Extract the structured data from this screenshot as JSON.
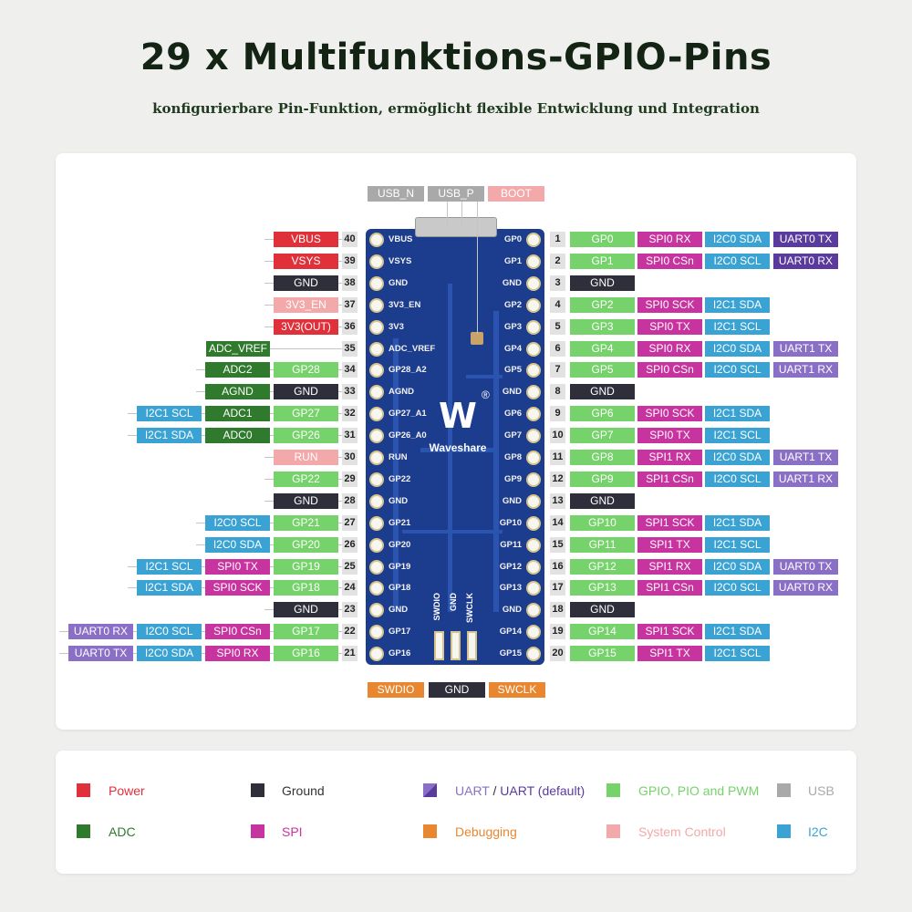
{
  "title": "29 x Multifunktions-GPIO-Pins",
  "subtitle": "konfigurierbare Pin-Funktion, ermöglicht flexible Entwicklung und Integration",
  "colors": {
    "power": "#e0303a",
    "ground": "#2e2f3b",
    "uart": "#6a4bb0",
    "uart_default": "#5b3a9e",
    "uart_light": "#8a6fc6",
    "gpio": "#76d26a",
    "usb": "#a9a9a9",
    "adc": "#2f7a2c",
    "spi": "#c8349f",
    "debug": "#e88730",
    "sysctl": "#f3a9a9",
    "i2c": "#3aa3d4"
  },
  "top_labels": [
    {
      "text": "USB_N",
      "color": "usb"
    },
    {
      "text": "USB_P",
      "color": "usb"
    },
    {
      "text": "BOOT",
      "color": "sysctl"
    }
  ],
  "bottom_labels": [
    {
      "text": "SWDIO",
      "color": "debug"
    },
    {
      "text": "GND",
      "color": "ground"
    },
    {
      "text": "SWCLK",
      "color": "debug"
    }
  ],
  "swd_board_labels": [
    "SWDIO",
    "GND",
    "SWCLK"
  ],
  "board_brand": "Waveshare",
  "board_logo": "W",
  "left_pins": [
    {
      "num": "40",
      "board": "VBUS",
      "labels": [
        {
          "text": "VBUS",
          "color": "power"
        }
      ]
    },
    {
      "num": "39",
      "board": "VSYS",
      "labels": [
        {
          "text": "VSYS",
          "color": "power"
        }
      ]
    },
    {
      "num": "38",
      "board": "GND",
      "labels": [
        {
          "text": "GND",
          "color": "ground"
        }
      ]
    },
    {
      "num": "37",
      "board": "3V3_EN",
      "labels": [
        {
          "text": "3V3_EN",
          "color": "sysctl"
        }
      ]
    },
    {
      "num": "36",
      "board": "3V3",
      "labels": [
        {
          "text": "3V3(OUT)",
          "color": "power"
        }
      ]
    },
    {
      "num": "35",
      "board": "ADC_VREF",
      "labels": [
        {
          "text": "ADC_VREF",
          "color": "adc"
        }
      ]
    },
    {
      "num": "34",
      "board": "GP28_A2",
      "labels": [
        {
          "text": "GP28",
          "color": "gpio"
        },
        {
          "text": "ADC2",
          "color": "adc"
        }
      ]
    },
    {
      "num": "33",
      "board": "AGND",
      "labels": [
        {
          "text": "GND",
          "color": "ground"
        },
        {
          "text": "AGND",
          "color": "adc"
        }
      ]
    },
    {
      "num": "32",
      "board": "GP27_A1",
      "labels": [
        {
          "text": "GP27",
          "color": "gpio"
        },
        {
          "text": "ADC1",
          "color": "adc"
        },
        {
          "text": "I2C1 SCL",
          "color": "i2c"
        }
      ]
    },
    {
      "num": "31",
      "board": "GP26_A0",
      "labels": [
        {
          "text": "GP26",
          "color": "gpio"
        },
        {
          "text": "ADC0",
          "color": "adc"
        },
        {
          "text": "I2C1 SDA",
          "color": "i2c"
        }
      ]
    },
    {
      "num": "30",
      "board": "RUN",
      "labels": [
        {
          "text": "RUN",
          "color": "sysctl"
        }
      ]
    },
    {
      "num": "29",
      "board": "GP22",
      "labels": [
        {
          "text": "GP22",
          "color": "gpio"
        }
      ]
    },
    {
      "num": "28",
      "board": "GND",
      "labels": [
        {
          "text": "GND",
          "color": "ground"
        }
      ]
    },
    {
      "num": "27",
      "board": "GP21",
      "labels": [
        {
          "text": "GP21",
          "color": "gpio"
        },
        {
          "text": "I2C0 SCL",
          "color": "i2c"
        }
      ]
    },
    {
      "num": "26",
      "board": "GP20",
      "labels": [
        {
          "text": "GP20",
          "color": "gpio"
        },
        {
          "text": "I2C0 SDA",
          "color": "i2c"
        }
      ]
    },
    {
      "num": "25",
      "board": "GP19",
      "labels": [
        {
          "text": "GP19",
          "color": "gpio"
        },
        {
          "text": "SPI0 TX",
          "color": "spi"
        },
        {
          "text": "I2C1 SCL",
          "color": "i2c"
        }
      ]
    },
    {
      "num": "24",
      "board": "GP18",
      "labels": [
        {
          "text": "GP18",
          "color": "gpio"
        },
        {
          "text": "SPI0 SCK",
          "color": "spi"
        },
        {
          "text": "I2C1 SDA",
          "color": "i2c"
        }
      ]
    },
    {
      "num": "23",
      "board": "GND",
      "labels": [
        {
          "text": "GND",
          "color": "ground"
        }
      ]
    },
    {
      "num": "22",
      "board": "GP17",
      "labels": [
        {
          "text": "GP17",
          "color": "gpio"
        },
        {
          "text": "SPI0 CSn",
          "color": "spi"
        },
        {
          "text": "I2C0 SCL",
          "color": "i2c"
        },
        {
          "text": "UART0 RX",
          "color": "uart_light"
        }
      ]
    },
    {
      "num": "21",
      "board": "GP16",
      "labels": [
        {
          "text": "GP16",
          "color": "gpio"
        },
        {
          "text": "SPI0 RX",
          "color": "spi"
        },
        {
          "text": "I2C0 SDA",
          "color": "i2c"
        },
        {
          "text": "UART0 TX",
          "color": "uart_light"
        }
      ]
    }
  ],
  "right_pins": [
    {
      "num": "1",
      "board": "GP0",
      "labels": [
        {
          "text": "GP0",
          "color": "gpio"
        },
        {
          "text": "SPI0 RX",
          "color": "spi"
        },
        {
          "text": "I2C0 SDA",
          "color": "i2c"
        },
        {
          "text": "UART0 TX",
          "color": "uart_default"
        }
      ]
    },
    {
      "num": "2",
      "board": "GP1",
      "labels": [
        {
          "text": "GP1",
          "color": "gpio"
        },
        {
          "text": "SPI0 CSn",
          "color": "spi"
        },
        {
          "text": "I2C0 SCL",
          "color": "i2c"
        },
        {
          "text": "UART0 RX",
          "color": "uart_default"
        }
      ]
    },
    {
      "num": "3",
      "board": "GND",
      "labels": [
        {
          "text": "GND",
          "color": "ground"
        }
      ]
    },
    {
      "num": "4",
      "board": "GP2",
      "labels": [
        {
          "text": "GP2",
          "color": "gpio"
        },
        {
          "text": "SPI0 SCK",
          "color": "spi"
        },
        {
          "text": "I2C1 SDA",
          "color": "i2c"
        }
      ]
    },
    {
      "num": "5",
      "board": "GP3",
      "labels": [
        {
          "text": "GP3",
          "color": "gpio"
        },
        {
          "text": "SPI0 TX",
          "color": "spi"
        },
        {
          "text": "I2C1 SCL",
          "color": "i2c"
        }
      ]
    },
    {
      "num": "6",
      "board": "GP4",
      "labels": [
        {
          "text": "GP4",
          "color": "gpio"
        },
        {
          "text": "SPI0 RX",
          "color": "spi"
        },
        {
          "text": "I2C0 SDA",
          "color": "i2c"
        },
        {
          "text": "UART1 TX",
          "color": "uart_light"
        }
      ]
    },
    {
      "num": "7",
      "board": "GP5",
      "labels": [
        {
          "text": "GP5",
          "color": "gpio"
        },
        {
          "text": "SPI0 CSn",
          "color": "spi"
        },
        {
          "text": "I2C0 SCL",
          "color": "i2c"
        },
        {
          "text": "UART1 RX",
          "color": "uart_light"
        }
      ]
    },
    {
      "num": "8",
      "board": "GND",
      "labels": [
        {
          "text": "GND",
          "color": "ground"
        }
      ]
    },
    {
      "num": "9",
      "board": "GP6",
      "labels": [
        {
          "text": "GP6",
          "color": "gpio"
        },
        {
          "text": "SPI0 SCK",
          "color": "spi"
        },
        {
          "text": "I2C1 SDA",
          "color": "i2c"
        }
      ]
    },
    {
      "num": "10",
      "board": "GP7",
      "labels": [
        {
          "text": "GP7",
          "color": "gpio"
        },
        {
          "text": "SPI0 TX",
          "color": "spi"
        },
        {
          "text": "I2C1 SCL",
          "color": "i2c"
        }
      ]
    },
    {
      "num": "11",
      "board": "GP8",
      "labels": [
        {
          "text": "GP8",
          "color": "gpio"
        },
        {
          "text": "SPI1 RX",
          "color": "spi"
        },
        {
          "text": "I2C0 SDA",
          "color": "i2c"
        },
        {
          "text": "UART1 TX",
          "color": "uart_light"
        }
      ]
    },
    {
      "num": "12",
      "board": "GP9",
      "labels": [
        {
          "text": "GP9",
          "color": "gpio"
        },
        {
          "text": "SPI1 CSn",
          "color": "spi"
        },
        {
          "text": "I2C0 SCL",
          "color": "i2c"
        },
        {
          "text": "UART1 RX",
          "color": "uart_light"
        }
      ]
    },
    {
      "num": "13",
      "board": "GND",
      "labels": [
        {
          "text": "GND",
          "color": "ground"
        }
      ]
    },
    {
      "num": "14",
      "board": "GP10",
      "labels": [
        {
          "text": "GP10",
          "color": "gpio"
        },
        {
          "text": "SPI1 SCK",
          "color": "spi"
        },
        {
          "text": "I2C1 SDA",
          "color": "i2c"
        }
      ]
    },
    {
      "num": "15",
      "board": "GP11",
      "labels": [
        {
          "text": "GP11",
          "color": "gpio"
        },
        {
          "text": "SPI1 TX",
          "color": "spi"
        },
        {
          "text": "I2C1 SCL",
          "color": "i2c"
        }
      ]
    },
    {
      "num": "16",
      "board": "GP12",
      "labels": [
        {
          "text": "GP12",
          "color": "gpio"
        },
        {
          "text": "SPI1 RX",
          "color": "spi"
        },
        {
          "text": "I2C0 SDA",
          "color": "i2c"
        },
        {
          "text": "UART0 TX",
          "color": "uart_light"
        }
      ]
    },
    {
      "num": "17",
      "board": "GP13",
      "labels": [
        {
          "text": "GP13",
          "color": "gpio"
        },
        {
          "text": "SPI1 CSn",
          "color": "spi"
        },
        {
          "text": "I2C0 SCL",
          "color": "i2c"
        },
        {
          "text": "UART0 RX",
          "color": "uart_light"
        }
      ]
    },
    {
      "num": "18",
      "board": "GND",
      "labels": [
        {
          "text": "GND",
          "color": "ground"
        }
      ]
    },
    {
      "num": "19",
      "board": "GP14",
      "labels": [
        {
          "text": "GP14",
          "color": "gpio"
        },
        {
          "text": "SPI1 SCK",
          "color": "spi"
        },
        {
          "text": "I2C1 SDA",
          "color": "i2c"
        }
      ]
    },
    {
      "num": "20",
      "board": "GP15",
      "labels": [
        {
          "text": "GP15",
          "color": "gpio"
        },
        {
          "text": "SPI1 TX",
          "color": "spi"
        },
        {
          "text": "I2C1 SCL",
          "color": "i2c"
        }
      ]
    }
  ],
  "legend": {
    "power": "Power",
    "ground": "Ground",
    "uart": "UART",
    "uart_sep": " / ",
    "uart_default": "UART (default)",
    "gpio": "GPIO, PIO and PWM",
    "usb": "USB",
    "adc": "ADC",
    "spi": "SPI",
    "debug": "Debugging",
    "sysctl": "System Control",
    "i2c": "I2C"
  }
}
